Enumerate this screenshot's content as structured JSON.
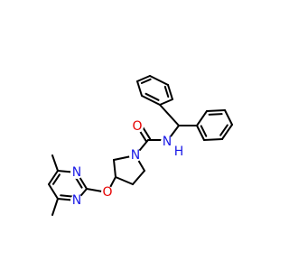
{
  "molecule": {
    "colors": {
      "bond": "#000000",
      "N": "#1a1ae6",
      "O": "#e60000",
      "background": "#ffffff"
    },
    "atoms": [
      {
        "id": "N1",
        "label": "N",
        "element": "N"
      },
      {
        "id": "O1",
        "label": "O",
        "element": "O"
      },
      {
        "id": "N2",
        "label": "N",
        "element": "N"
      },
      {
        "id": "O2",
        "label": "O",
        "element": "O"
      },
      {
        "id": "N3",
        "label": "N",
        "element": "N"
      },
      {
        "id": "N4",
        "label": "N",
        "element": "N"
      }
    ]
  }
}
